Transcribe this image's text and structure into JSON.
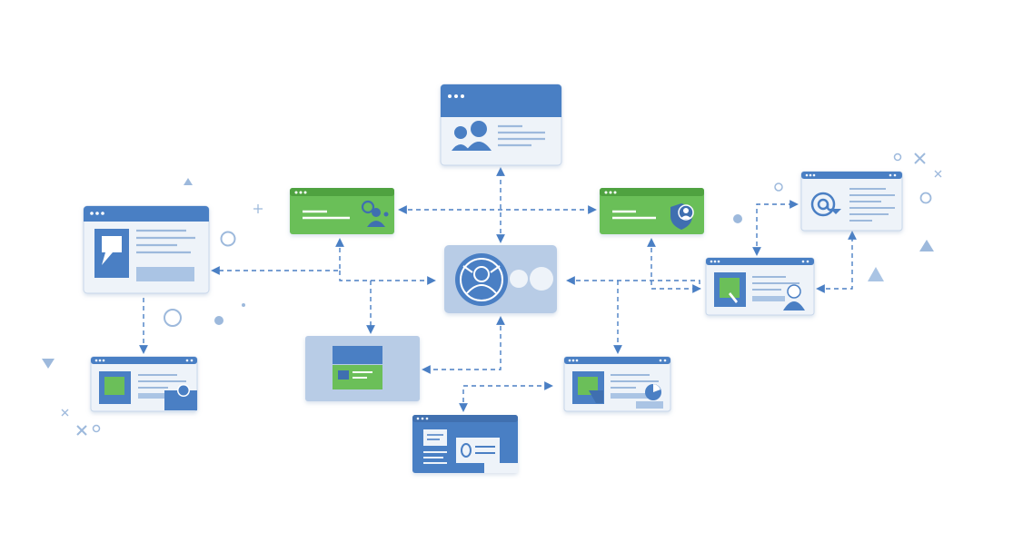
{
  "colors": {
    "blue": "#4a7fc4",
    "blue_dark": "#3f6fb0",
    "green": "#6bbf59",
    "green_dark": "#4fa23f",
    "panel": "#eef3f9",
    "panel_light": "#f5f8fc",
    "line_light": "#b9cde6",
    "arrow": "#4a7fc4",
    "hub_bg": "#b8cce6",
    "accent_shape": "#aac4e4"
  },
  "nodes": [
    {
      "id": "top-profile-card",
      "kind": "profile-window",
      "icon": "users-icon"
    },
    {
      "id": "central-hub",
      "kind": "hub",
      "icon": "user-circle-icon"
    },
    {
      "id": "left-green-card",
      "kind": "green-window",
      "icon": "user-search-icon"
    },
    {
      "id": "right-green-card",
      "kind": "green-window",
      "icon": "user-shield-icon"
    },
    {
      "id": "left-document-card",
      "kind": "document-window",
      "icon": "comment-icon"
    },
    {
      "id": "left-bottom-card",
      "kind": "media-window",
      "icon": "presenter-icon"
    },
    {
      "id": "center-gray-card",
      "kind": "block-window",
      "icon": "layout-icon"
    },
    {
      "id": "bottom-contact-card",
      "kind": "contact-window",
      "icon": "id-card-icon"
    },
    {
      "id": "bottom-right-card",
      "kind": "media-window",
      "icon": "chart-icon"
    },
    {
      "id": "right-media-card",
      "kind": "media-window",
      "icon": "presenter-icon"
    },
    {
      "id": "email-card",
      "kind": "email-window",
      "icon": "at-sign-icon"
    }
  ],
  "edges": [
    [
      "central-hub",
      "top-profile-card"
    ],
    [
      "left-green-card",
      "right-green-card"
    ],
    [
      "central-hub",
      "left-document-card"
    ],
    [
      "central-hub",
      "center-gray-card"
    ],
    [
      "central-hub",
      "bottom-contact-card"
    ],
    [
      "central-hub",
      "bottom-right-card"
    ],
    [
      "central-hub",
      "right-media-card"
    ],
    [
      "right-green-card",
      "right-media-card"
    ],
    [
      "right-media-card",
      "email-card"
    ],
    [
      "left-document-card",
      "left-bottom-card"
    ]
  ],
  "decorations": [
    "triangle-icon",
    "plus-icon",
    "circle-outline-icon",
    "dot-icon",
    "cross-icon"
  ]
}
